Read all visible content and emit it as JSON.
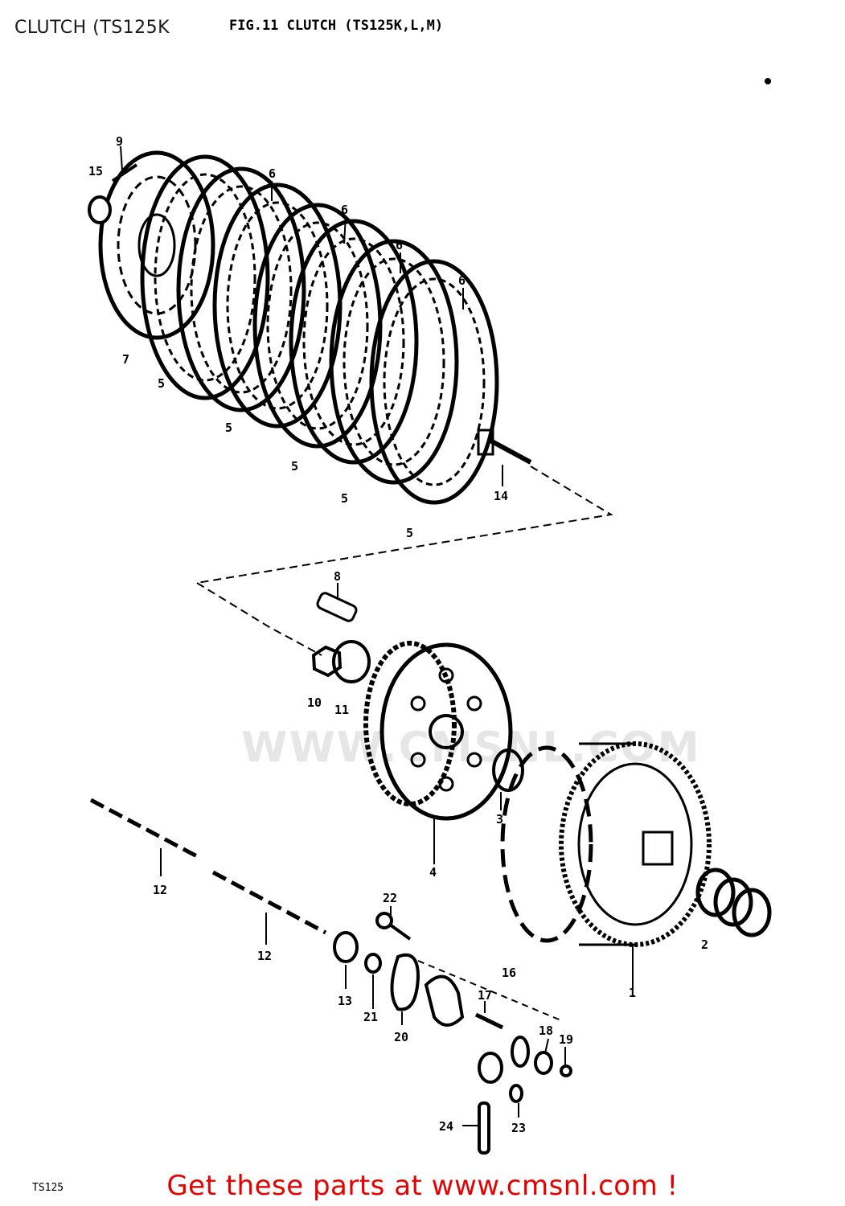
{
  "header": {
    "page_title": "CLUTCH (TS125K",
    "figure_title": "FIG.11  CLUTCH (TS125K,L,M)"
  },
  "callouts": {
    "c1": "1",
    "c2": "2",
    "c3": "3",
    "c4": "4",
    "c5a": "5",
    "c5b": "5",
    "c5c": "5",
    "c5d": "5",
    "c5e": "5",
    "c6a": "6",
    "c6b": "6",
    "c6c": "6",
    "c6d": "6",
    "c7": "7",
    "c8": "8",
    "c9": "9",
    "c10": "10",
    "c11": "11",
    "c12a": "12",
    "c12b": "12",
    "c13": "13",
    "c14": "14",
    "c15": "15",
    "c16": "16",
    "c17": "17",
    "c18": "18",
    "c19": "19",
    "c20": "20",
    "c21": "21",
    "c22": "22",
    "c23": "23",
    "c24": "24"
  },
  "footer": {
    "code": "TS125",
    "promo": "Get these parts at www.cmsnl.com !"
  },
  "watermark": "WWW.CMSNL.COM"
}
